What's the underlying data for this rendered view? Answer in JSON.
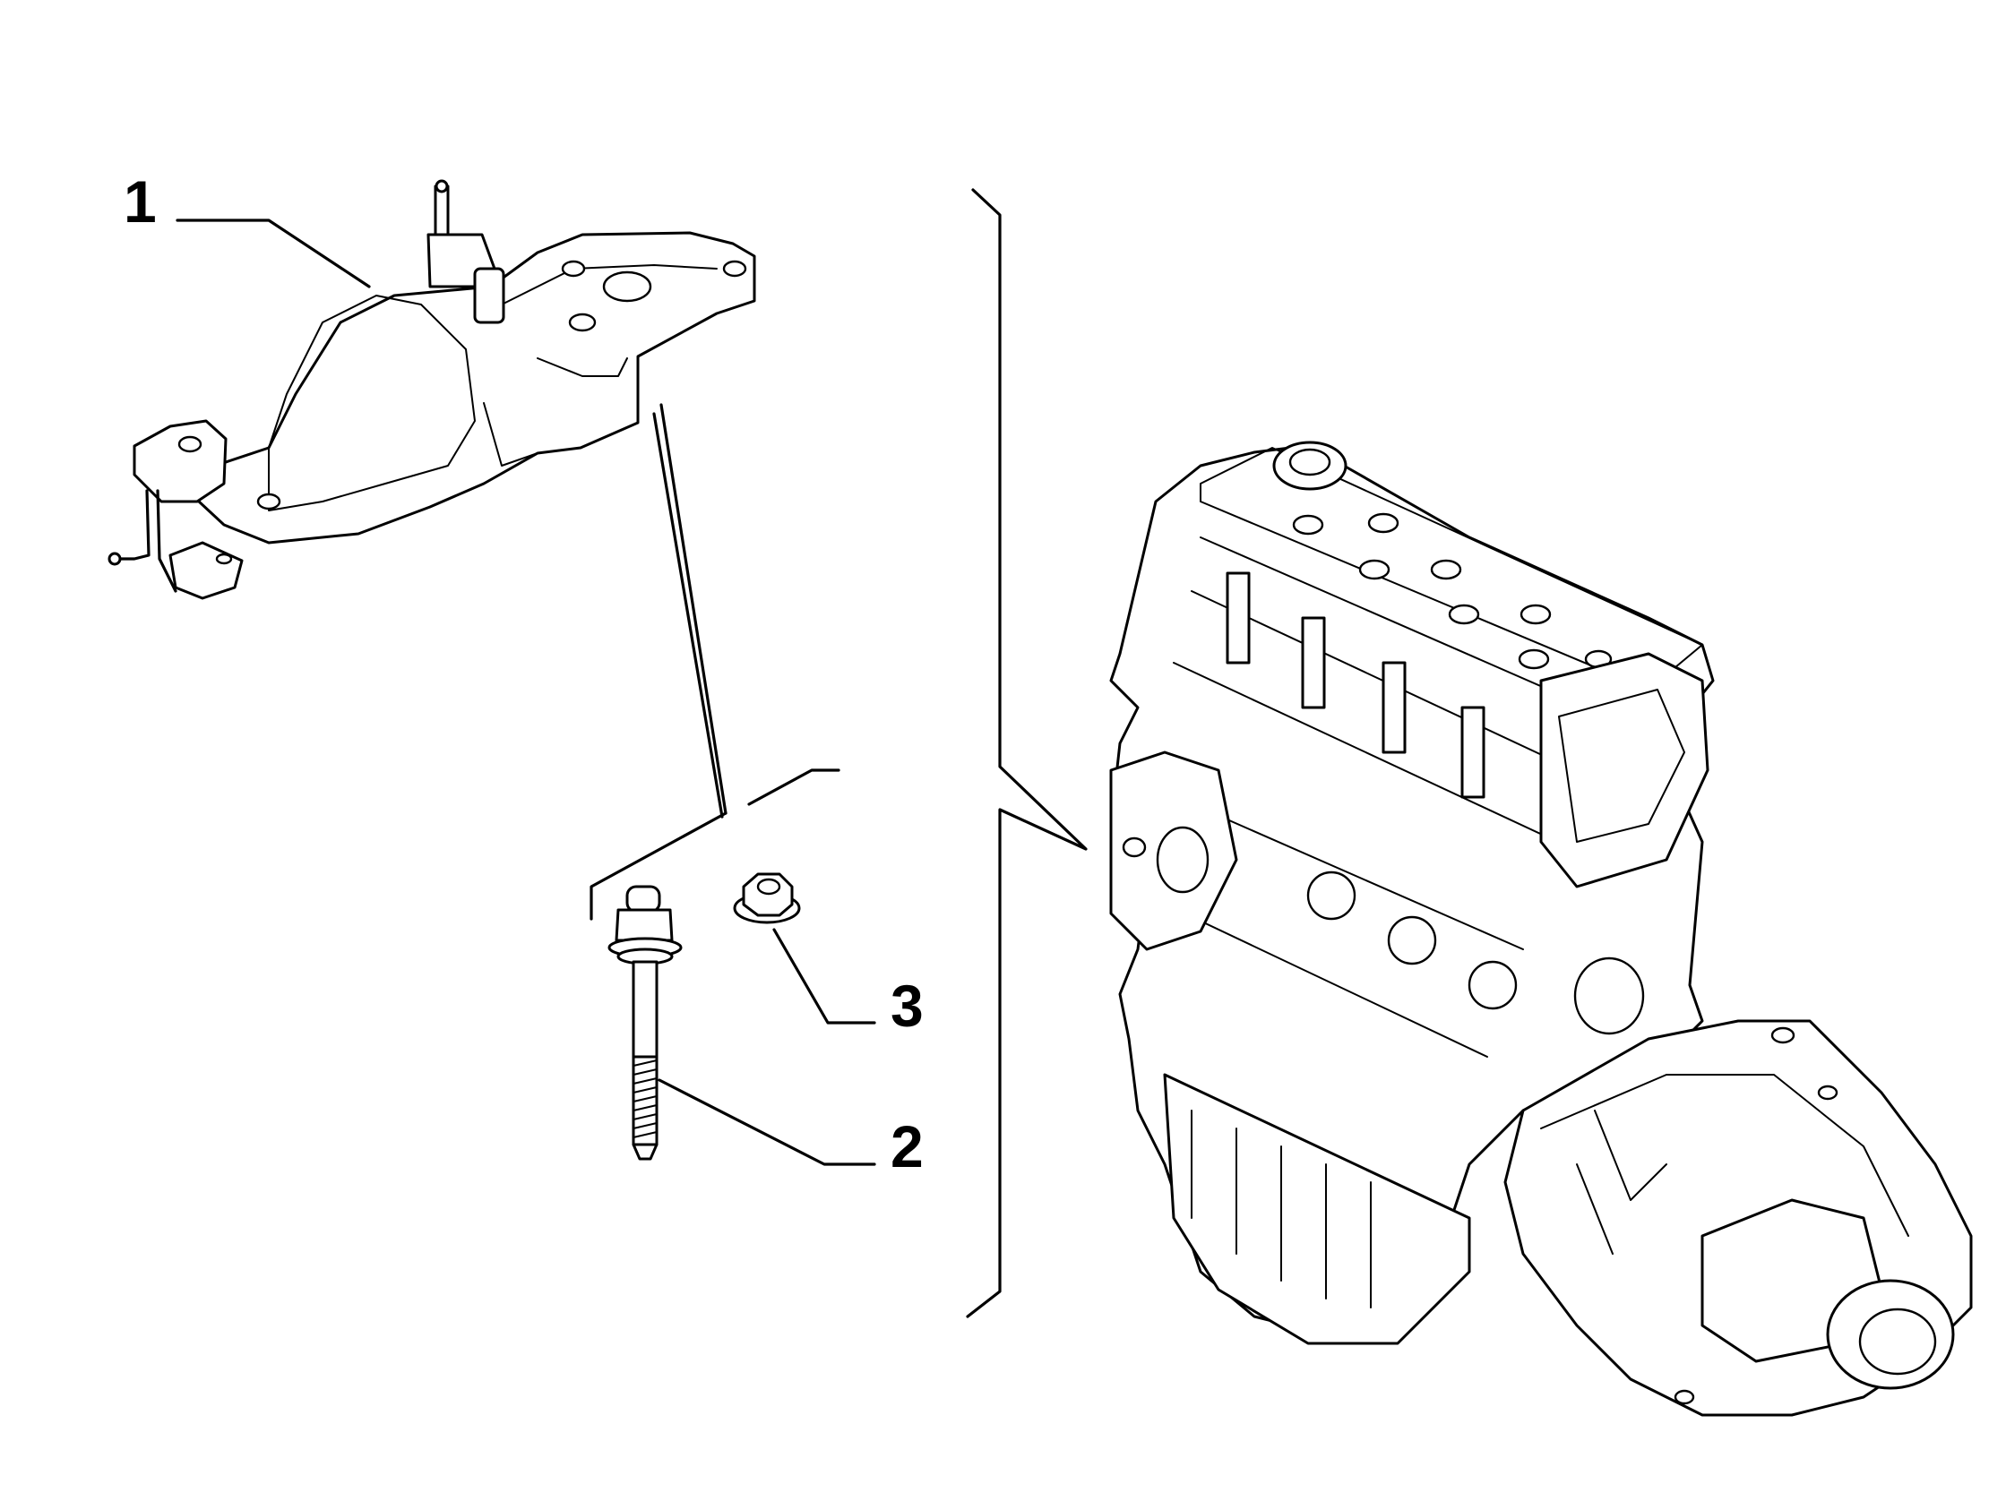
{
  "callouts": [
    {
      "number": "1",
      "part": "engine-mount-bracket"
    },
    {
      "number": "2",
      "part": "bolt"
    },
    {
      "number": "3",
      "part": "flange-nut"
    }
  ],
  "colors": {
    "line": "#000000",
    "background": "#ffffff"
  }
}
